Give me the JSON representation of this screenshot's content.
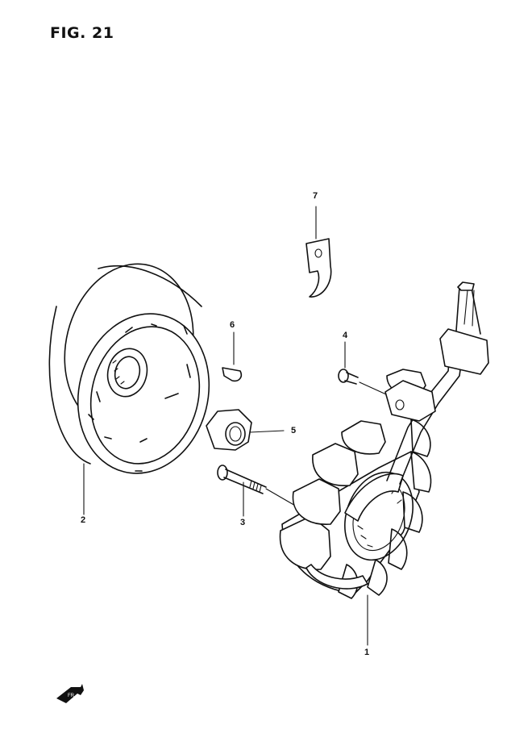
{
  "figure": {
    "title": "FIG. 21"
  },
  "callouts": [
    {
      "id": "1",
      "label": "1"
    },
    {
      "id": "2",
      "label": "2"
    },
    {
      "id": "3",
      "label": "3"
    },
    {
      "id": "4",
      "label": "4"
    },
    {
      "id": "5",
      "label": "5"
    },
    {
      "id": "6",
      "label": "6"
    },
    {
      "id": "7",
      "label": "7"
    }
  ],
  "icons": {
    "front_arrow": "fr-arrow-icon"
  }
}
